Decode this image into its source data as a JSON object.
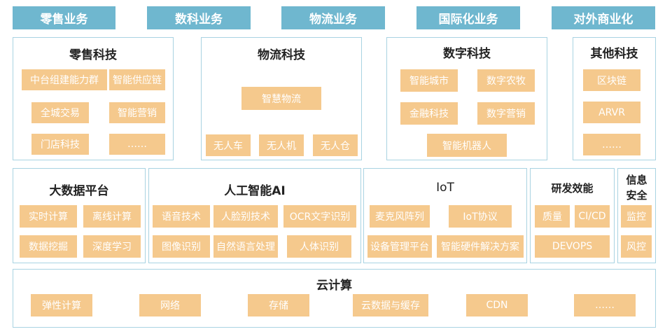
{
  "top_bar": [
    "零售业务",
    "数科业务",
    "物流业务",
    "国际化业务",
    "对外商业化"
  ],
  "retail_tech": {
    "title": "零售科技",
    "items": [
      "中台组建能力群",
      "智能供应链",
      "全城交易",
      "智能营销",
      "门店科技",
      "……"
    ]
  },
  "logistics_tech": {
    "title": "物流科技",
    "items": [
      "智慧物流",
      "无人车",
      "无人机",
      "无人仓"
    ]
  },
  "digital_tech": {
    "title": "数字科技",
    "items": [
      "智能城市",
      "数字农牧",
      "金融科技",
      "数字营销",
      "智能机器人"
    ]
  },
  "other_tech": {
    "title": "其他科技",
    "items": [
      "区块链",
      "ARVR",
      "……"
    ]
  },
  "big_data": {
    "title": "大数据平台",
    "items": [
      "实时计算",
      "离线计算",
      "数据挖掘",
      "深度学习"
    ]
  },
  "ai": {
    "title": "人工智能AI",
    "items": [
      "语音技术",
      "人脸别技术",
      "OCR文字识别",
      "图像识别",
      "自然语言处理",
      "人体识别"
    ]
  },
  "iot": {
    "title": "IoT",
    "items": [
      "麦克风阵列",
      "IoT协议",
      "设备管理平台",
      "智能硬件解决方案"
    ]
  },
  "rd": {
    "title": "研发效能",
    "items": [
      "质量",
      "CI/CD",
      "DEVOPS"
    ]
  },
  "infosec": {
    "title_line1": "信息",
    "title_line2": "安全",
    "items": [
      "监控",
      "风控"
    ]
  },
  "cloud": {
    "title": "云计算",
    "items": [
      "弹性计算",
      "网络",
      "存储",
      "云数据与缓存",
      "CDN",
      "……"
    ]
  }
}
